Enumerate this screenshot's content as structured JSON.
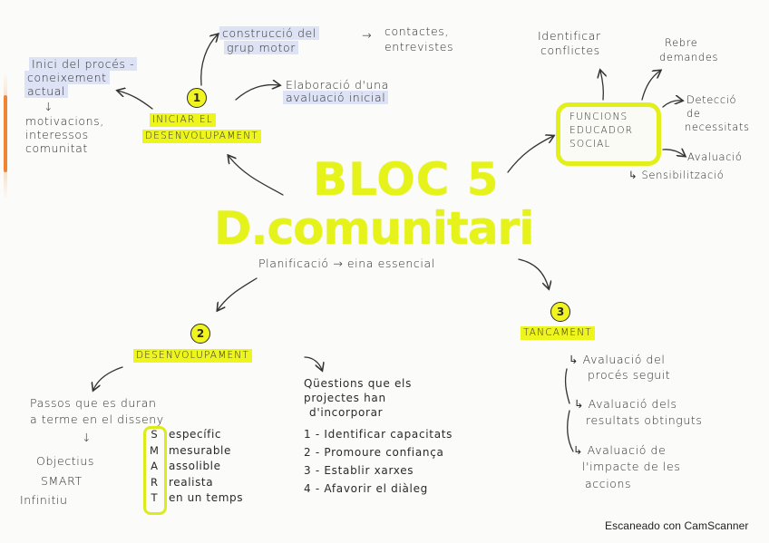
{
  "title": {
    "line1": "BLOC 5",
    "line2": "D.comunitari",
    "subtitle": "Planificació → eina essencial",
    "color": "#e6f31a"
  },
  "section1": {
    "number": "1",
    "heading_line1": "INICIAR EL",
    "heading_line2": "DESENVOLUPAMENT",
    "left_note": [
      "Inici del procés -",
      "coneixement",
      "actual"
    ],
    "left_sub_arrow": "↓",
    "left_sub": [
      "motivacions,",
      "interessos",
      "comunitat"
    ],
    "top_note": [
      "construcció del",
      "grup motor"
    ],
    "top_note_arrow": "→",
    "top_note_result": [
      "contactes,",
      "entrevistes"
    ],
    "right_note": [
      "Elaboració d'una",
      "avaluació inicial"
    ]
  },
  "funcions": {
    "box": [
      "FUNCIONS",
      "EDUCADOR",
      "SOCIAL"
    ],
    "items": {
      "identificar": [
        "Identificar",
        "conflictes"
      ],
      "rebre": [
        "Rebre",
        "demandes"
      ],
      "deteccio": [
        "Detecció",
        "de",
        "necessitats"
      ],
      "avaluacio": "Avaluació",
      "sensibilitzacio": "↳ Sensibilització"
    },
    "border_color": "#e3ef1b"
  },
  "section2": {
    "number": "2",
    "heading": "DESENVOLUPAMENT",
    "passos": [
      "Passos que es duran",
      "a terme en el disseny"
    ],
    "passos_arrow": "↓",
    "objectius": [
      "Objectius",
      "SMART",
      "Infinitiu"
    ],
    "smart_letters": [
      "S",
      "M",
      "A",
      "R",
      "T"
    ],
    "smart_words": [
      "específic",
      "mesurable",
      "assolible",
      "realista",
      "en un temps"
    ],
    "questions_intro": [
      "Qüestions que els",
      "projectes han",
      "d'incorporar"
    ],
    "questions": [
      "1 - Identificar capacitats",
      "2 - Promoure confiança",
      "3 - Establir xarxes",
      "4 - Afavorir el diàleg"
    ]
  },
  "section3": {
    "number": "3",
    "heading": "TANCAMENT",
    "items": [
      [
        "↳ Avaluació del",
        "procés seguit"
      ],
      [
        "↳ Avaluació dels",
        "resultats obtinguts"
      ],
      [
        "↳ Avaluació de",
        "l'impacte de les",
        "accions"
      ]
    ]
  },
  "footer": {
    "watermark": "Escaneado con CamScanner"
  },
  "colors": {
    "highlight_yellow": "#eef51c",
    "highlight_blue": "#dde3f5",
    "ink": "#2a2a2a",
    "edge_stripe": "#ef7a22"
  }
}
